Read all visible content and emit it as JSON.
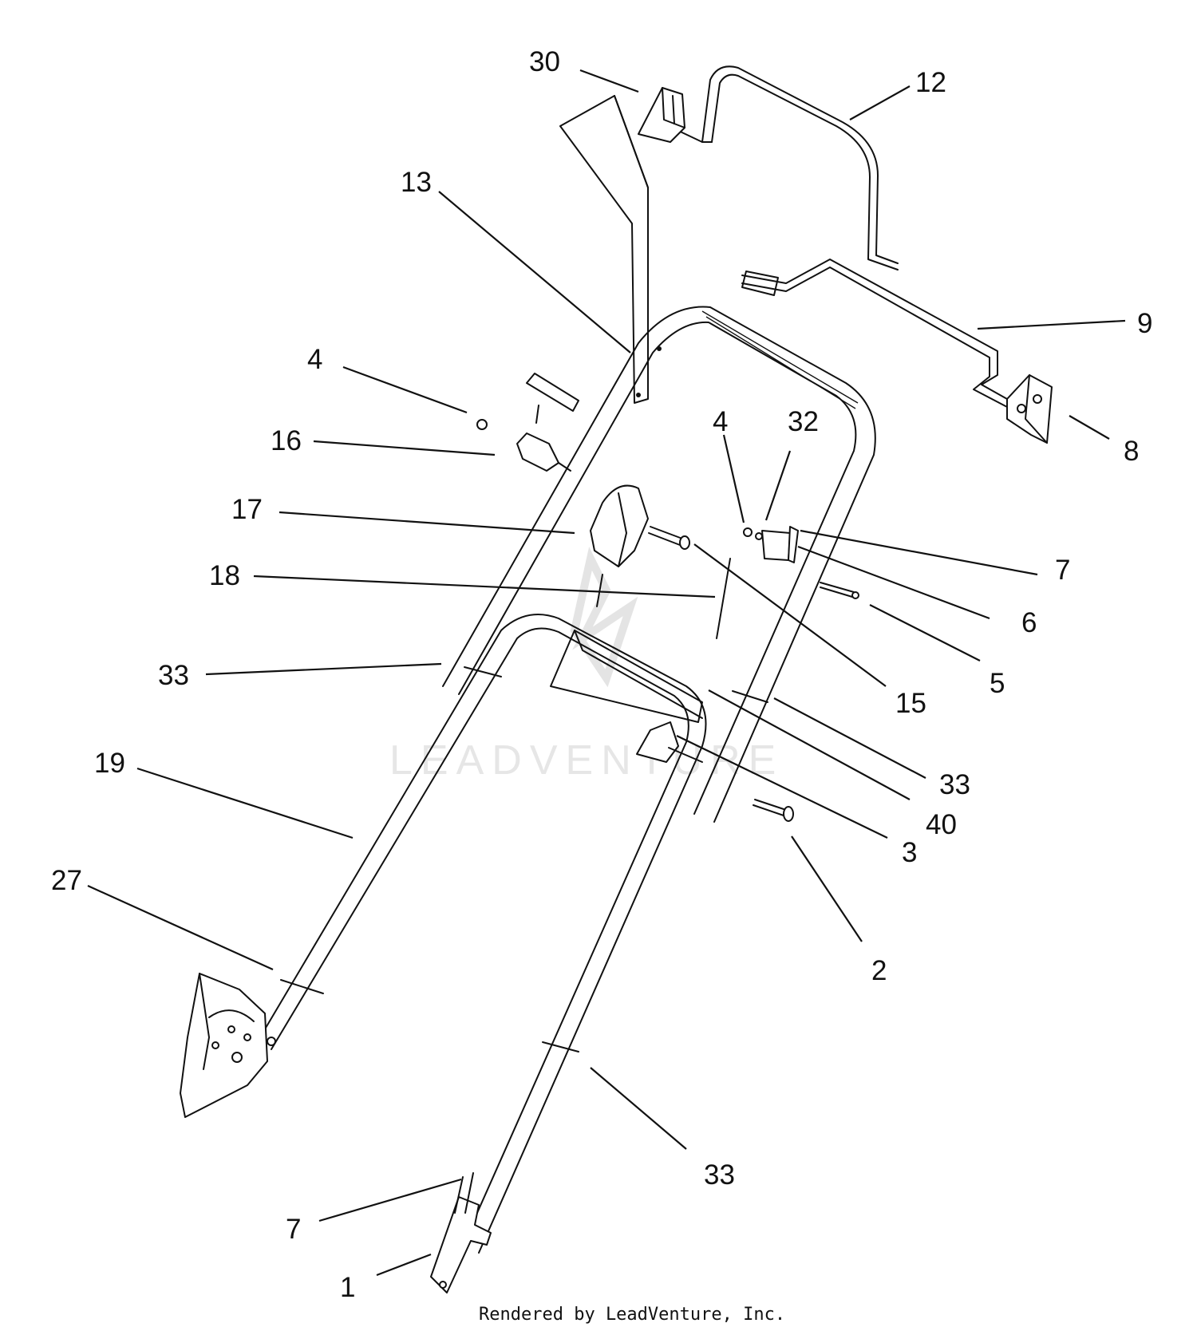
{
  "diagram": {
    "callouts": [
      {
        "id": "c30a",
        "label": "30"
      },
      {
        "id": "c12",
        "label": "12"
      },
      {
        "id": "c13",
        "label": "13"
      },
      {
        "id": "c9",
        "label": "9"
      },
      {
        "id": "c4a",
        "label": "4"
      },
      {
        "id": "c16",
        "label": "16"
      },
      {
        "id": "c8",
        "label": "8"
      },
      {
        "id": "c4b",
        "label": "4"
      },
      {
        "id": "c32",
        "label": "32"
      },
      {
        "id": "c17",
        "label": "17"
      },
      {
        "id": "c7a",
        "label": "7"
      },
      {
        "id": "c18",
        "label": "18"
      },
      {
        "id": "c6",
        "label": "6"
      },
      {
        "id": "c33a",
        "label": "33"
      },
      {
        "id": "c5",
        "label": "5"
      },
      {
        "id": "c15",
        "label": "15"
      },
      {
        "id": "c33b",
        "label": "33"
      },
      {
        "id": "c19",
        "label": "19"
      },
      {
        "id": "c40",
        "label": "40"
      },
      {
        "id": "c3",
        "label": "3"
      },
      {
        "id": "c27",
        "label": "27"
      },
      {
        "id": "c2",
        "label": "2"
      },
      {
        "id": "c33c",
        "label": "33"
      },
      {
        "id": "c7b",
        "label": "7"
      },
      {
        "id": "c1",
        "label": "1"
      }
    ],
    "credit": "Rendered by LeadVenture, Inc.",
    "watermark": "LEADVENTURE"
  }
}
